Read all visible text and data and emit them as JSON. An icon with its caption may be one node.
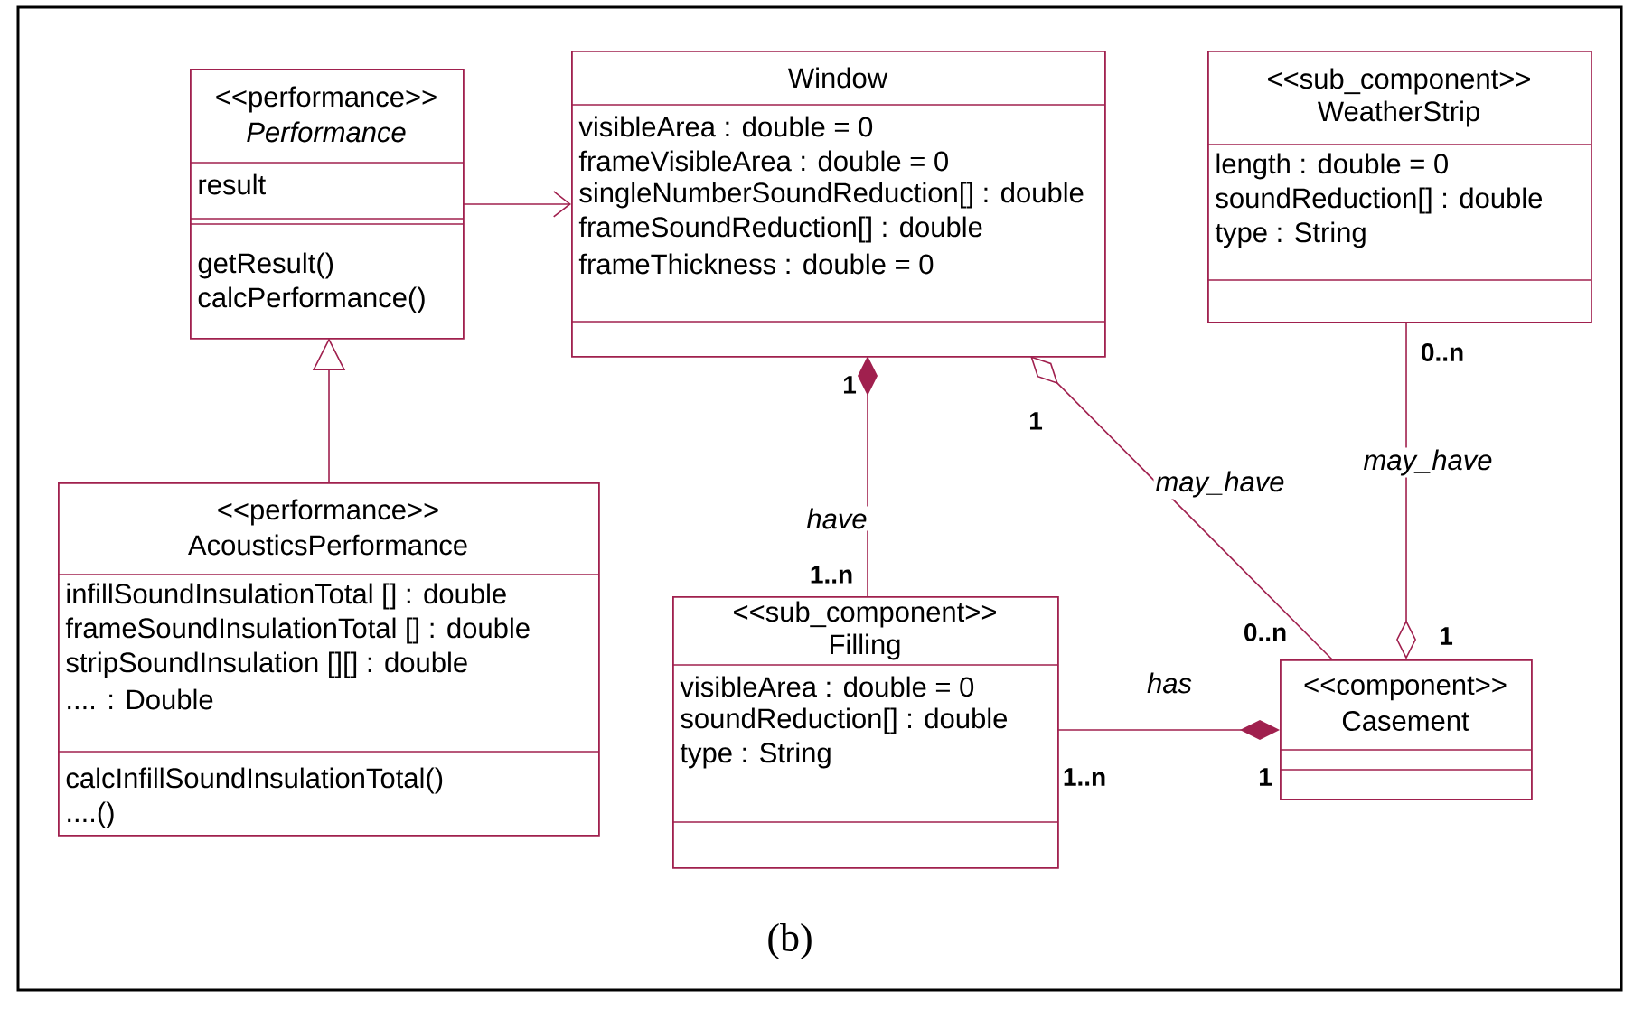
{
  "diagram": {
    "caption": "(b)",
    "nodes": [
      {
        "text": [
          "<<performance>>",
          "Performance",
          "result",
          "getResult()",
          "calcPerformance()"
        ]
      },
      {
        "text": [
          "Window",
          "visibleArea : double = 0",
          "frameVisibleArea : double = 0",
          "singleNumberSoundReduction[] : double",
          "frameSoundReduction[] : double",
          "frameThickness : double = 0"
        ]
      },
      {
        "text": [
          "<<sub_component>>",
          "WeatherStrip",
          "length : double = 0",
          "soundReduction[] : double",
          "type : String"
        ]
      },
      {
        "text": [
          "<<performance>>",
          "AcousticsPerformance",
          "infillSoundInsulationTotal [] : double",
          "frameSoundInsulationTotal [] : double",
          "stripSoundInsulation [][] : double",
          ".... : Double",
          "calcInfillSoundInsulationTotal()",
          "....()"
        ]
      },
      {
        "text": [
          "<<sub_component>>",
          "Filling",
          "visibleArea : double = 0",
          "soundReduction[] : double",
          "type : String"
        ]
      },
      {
        "text": [
          "<<component>>",
          "Casement"
        ]
      }
    ],
    "edges": [
      {
        "from": 0,
        "to": 1,
        "arrow": "to"
      },
      {
        "from": 3,
        "to": 0,
        "arrow": "to"
      },
      {
        "from": 4,
        "to": 1,
        "arrow": "other",
        "label": "have"
      },
      {
        "from": 5,
        "to": 1,
        "arrow": "other",
        "label": "may_have"
      },
      {
        "from": 2,
        "to": 5,
        "arrow": "other",
        "label": "may_have"
      },
      {
        "from": 4,
        "to": 5,
        "arrow": "other",
        "label": "has"
      }
    ],
    "labels": [
      "0..n",
      "1",
      "1",
      "1..n",
      "0..n",
      "1",
      "1..n",
      "1"
    ]
  }
}
